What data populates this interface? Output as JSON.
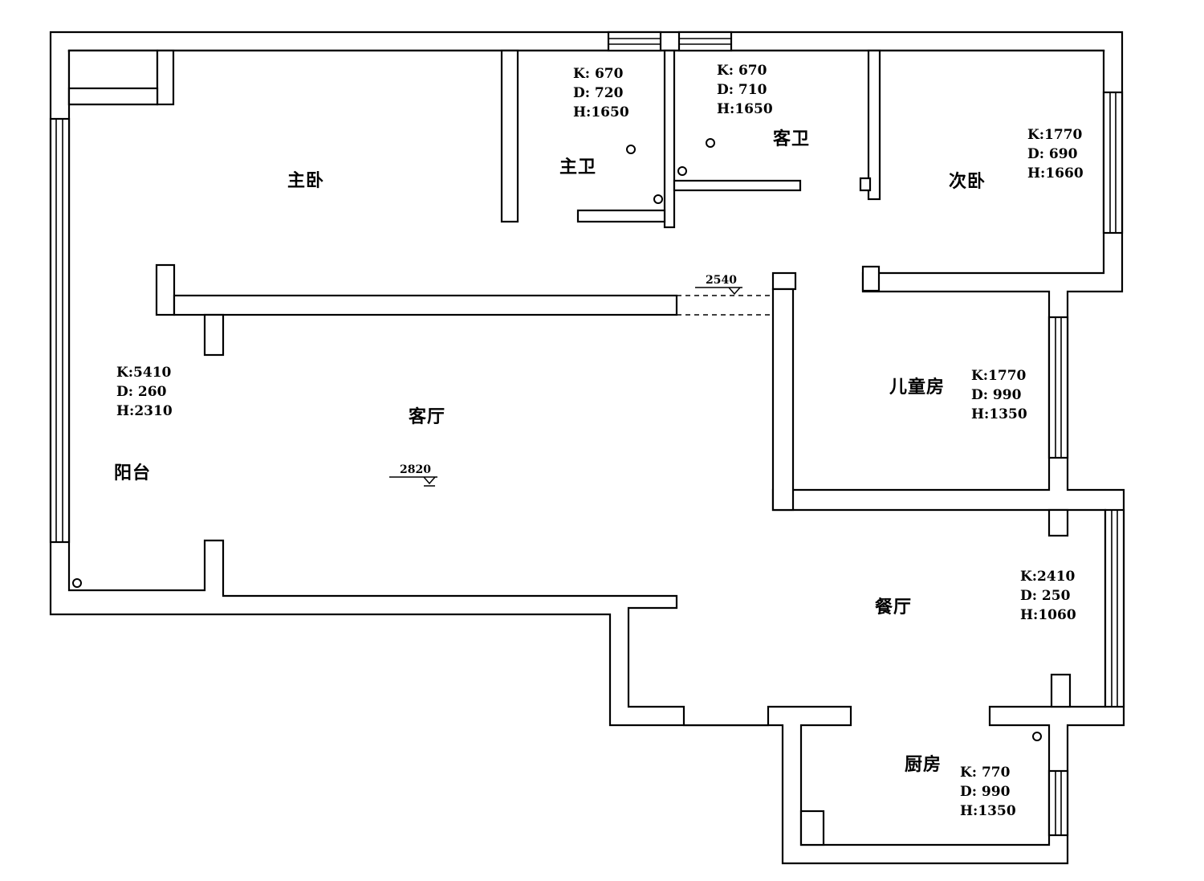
{
  "rooms": {
    "master_bedroom": {
      "name": "主卧"
    },
    "master_bath": {
      "name": "主卫",
      "k": "K: 670",
      "d": "D: 720",
      "h": "H:1650"
    },
    "guest_bath": {
      "name": "客卫",
      "k": "K: 670",
      "d": "D: 710",
      "h": "H:1650"
    },
    "second_bedroom": {
      "name": "次卧",
      "k": "K:1770",
      "d": "D: 690",
      "h": "H:1660"
    },
    "balcony": {
      "name": "阳台",
      "k": "K:5410",
      "d": "D: 260",
      "h": "H:2310"
    },
    "living_room": {
      "name": "客厅"
    },
    "children_room": {
      "name": "儿童房",
      "k": "K:1770",
      "d": "D: 990",
      "h": "H:1350"
    },
    "dining_room": {
      "name": "餐厅",
      "k": "K:2410",
      "d": "D: 250",
      "h": "H:1060"
    },
    "kitchen": {
      "name": "厨房",
      "k": "K: 770",
      "d": "D: 990",
      "h": "H:1350"
    }
  },
  "dimensions": {
    "corridor_height": "2540",
    "living_height": "2820"
  }
}
